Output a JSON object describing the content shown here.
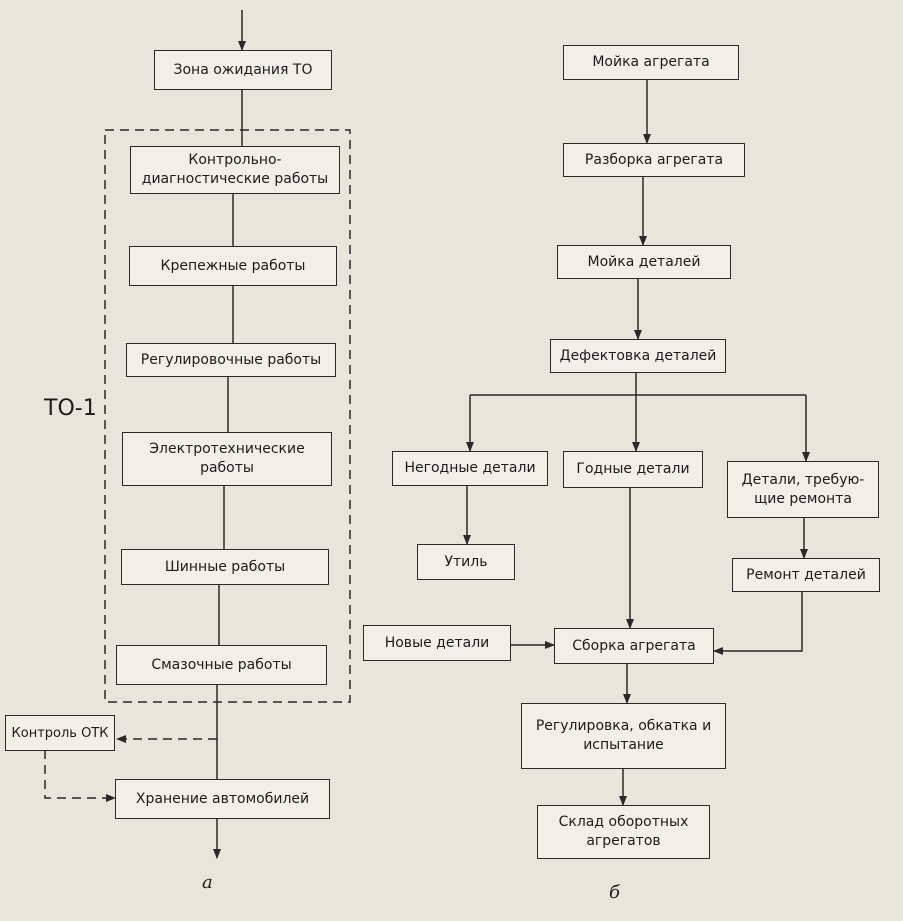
{
  "diagram_a": {
    "boxes": {
      "waiting": "Зона ожидания ТО",
      "diagnostic": "Контрольно-\nдиагностические работы",
      "fastening": "Крепежные работы",
      "adjusting": "Регулировочные работы",
      "electrical": "Электротехнические\nработы",
      "tire": "Шинные работы",
      "lubrication": "Смазочные работы",
      "qc": "Контроль ОТК",
      "storage": "Хранение автомобилей"
    },
    "group_label": "ТО-1",
    "caption": "а"
  },
  "diagram_b": {
    "boxes": {
      "wash_unit": "Мойка агрегата",
      "disassembly": "Разборка агрегата",
      "wash_parts": "Мойка деталей",
      "defect": "Дефектовка деталей",
      "unfit": "Негодные детали",
      "fit": "Годные детали",
      "need_repair": "Детали, требую-\nщие ремонта",
      "scrap": "Утиль",
      "repair": "Ремонт деталей",
      "new_parts": "Новые детали",
      "assembly": "Сборка агрегата",
      "testing": "Регулировка, обкатка и\nиспытание",
      "warehouse": "Склад оборотных\nагрегатов"
    },
    "caption": "б"
  }
}
